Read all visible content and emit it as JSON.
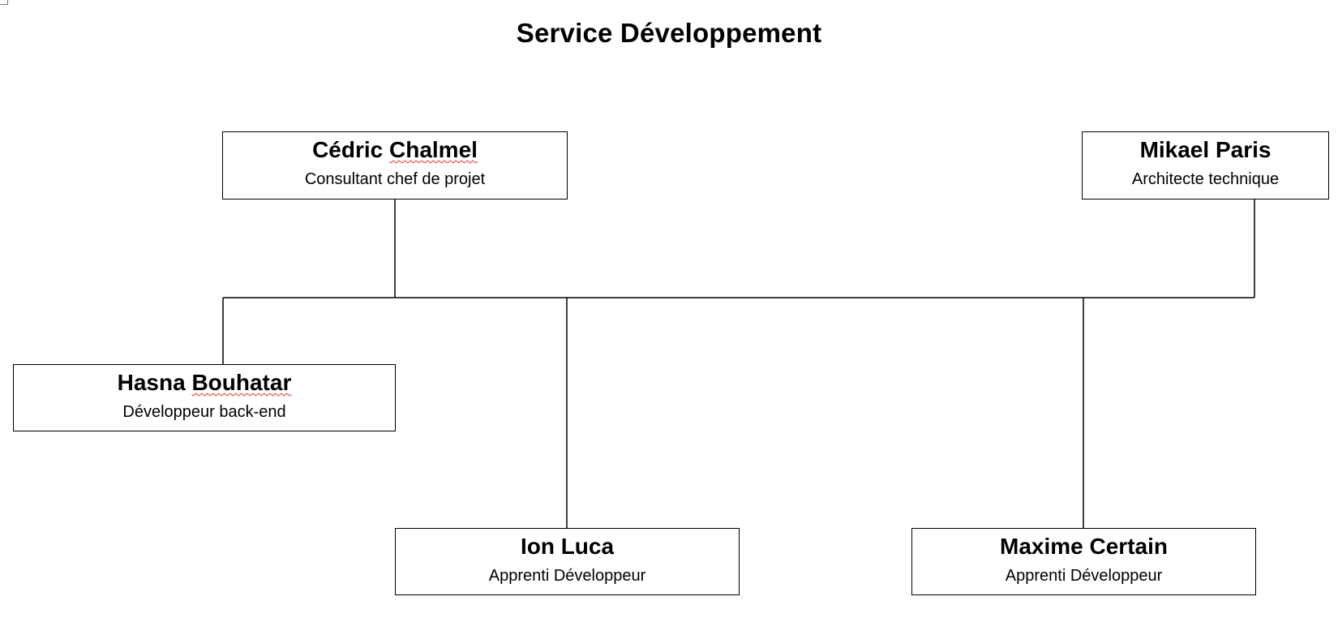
{
  "title": "Service Développement",
  "nodes": {
    "chalmel": {
      "first": "Cédric",
      "last": "Chalmel",
      "role": "Consultant chef de projet"
    },
    "paris": {
      "name": "Mikael Paris",
      "role": "Architecte technique"
    },
    "bouhatar": {
      "first": "Hasna",
      "last": "Bouhatar",
      "role": "Développeur back-end"
    },
    "luca": {
      "name": "Ion Luca",
      "role": "Apprenti Développeur"
    },
    "certain": {
      "name": "Maxime Certain",
      "role": "Apprenti Développeur"
    }
  },
  "colors": {
    "line": "#000000",
    "spellcheck": "#e0302c"
  }
}
